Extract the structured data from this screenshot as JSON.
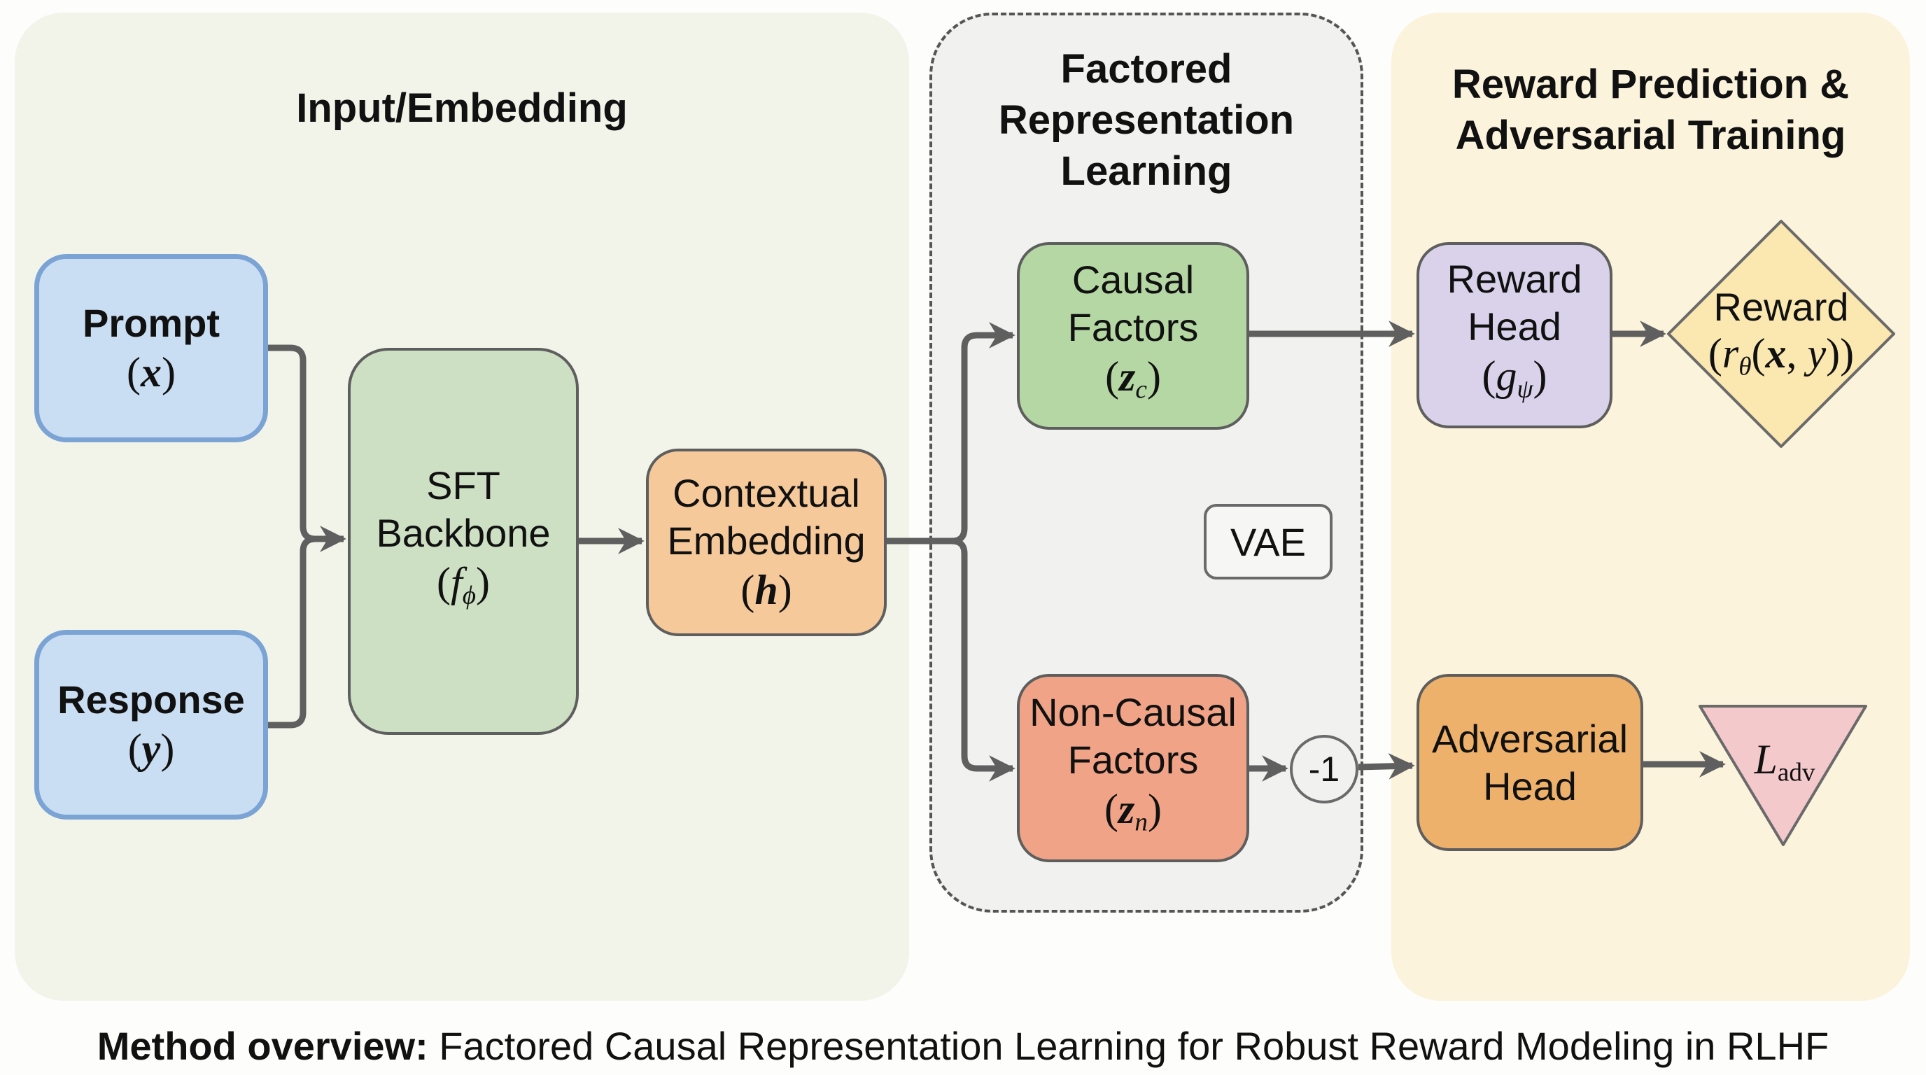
{
  "figure": {
    "caption_bold": "Method overview:",
    "caption_text": " Factored Causal Representation Learning for Robust Reward Modeling in RLHF"
  },
  "panels": {
    "input": {
      "title": "Input/Embedding",
      "color": "#f2f4ea"
    },
    "factored": {
      "title_lines": [
        "Factored",
        "Representation",
        "Learning"
      ],
      "color": "#f1f1f0",
      "border": "dashed"
    },
    "reward": {
      "title_lines": [
        "Reward Prediction &",
        "Adversarial Training"
      ],
      "color": "#fbf3dc"
    }
  },
  "nodes": {
    "prompt": {
      "label": "Prompt",
      "symbol": "x",
      "color": "#c9ddf3"
    },
    "response": {
      "label": "Response",
      "symbol": "y",
      "color": "#c9ddf3"
    },
    "sft": {
      "label_lines": [
        "SFT",
        "Backbone"
      ],
      "symbol": "f",
      "subscript": "ϕ",
      "color": "#cde0c3"
    },
    "contextual": {
      "label_lines": [
        "Contextual",
        "Embedding"
      ],
      "symbol": "h",
      "color": "#f6c99b"
    },
    "causal": {
      "label_lines": [
        "Causal",
        "Factors"
      ],
      "symbol": "z",
      "subscript": "c",
      "color": "#b4d7a3"
    },
    "noncausal": {
      "label_lines": [
        "Non-Causal",
        "Factors"
      ],
      "symbol": "z",
      "subscript": "n",
      "color": "#f0a386"
    },
    "vae": {
      "label": "VAE"
    },
    "negate": {
      "label": "-1"
    },
    "reward_head": {
      "label_lines": [
        "Reward",
        "Head"
      ],
      "symbol": "g",
      "subscript": "ψ",
      "color": "#d9d2ea"
    },
    "reward_out": {
      "label": "Reward",
      "expr_r": "r",
      "expr_sub": "θ",
      "expr_args_x": "x",
      "expr_args_y": "y",
      "color": "#fbe8b0"
    },
    "adversarial_head": {
      "label_lines": [
        "Adversarial",
        "Head"
      ],
      "color": "#eeb16b"
    },
    "adv_loss": {
      "symbol": "L",
      "subscript": "adv",
      "color": "#f4c9cc"
    }
  },
  "edges": [
    {
      "from": "prompt",
      "to": "sft"
    },
    {
      "from": "response",
      "to": "sft"
    },
    {
      "from": "sft",
      "to": "contextual"
    },
    {
      "from": "contextual",
      "to": "causal"
    },
    {
      "from": "contextual",
      "to": "noncausal"
    },
    {
      "from": "causal",
      "to": "reward_head"
    },
    {
      "from": "reward_head",
      "to": "reward_out"
    },
    {
      "from": "noncausal",
      "to": "negate"
    },
    {
      "from": "negate",
      "to": "adversarial_head"
    },
    {
      "from": "adversarial_head",
      "to": "adv_loss"
    }
  ]
}
